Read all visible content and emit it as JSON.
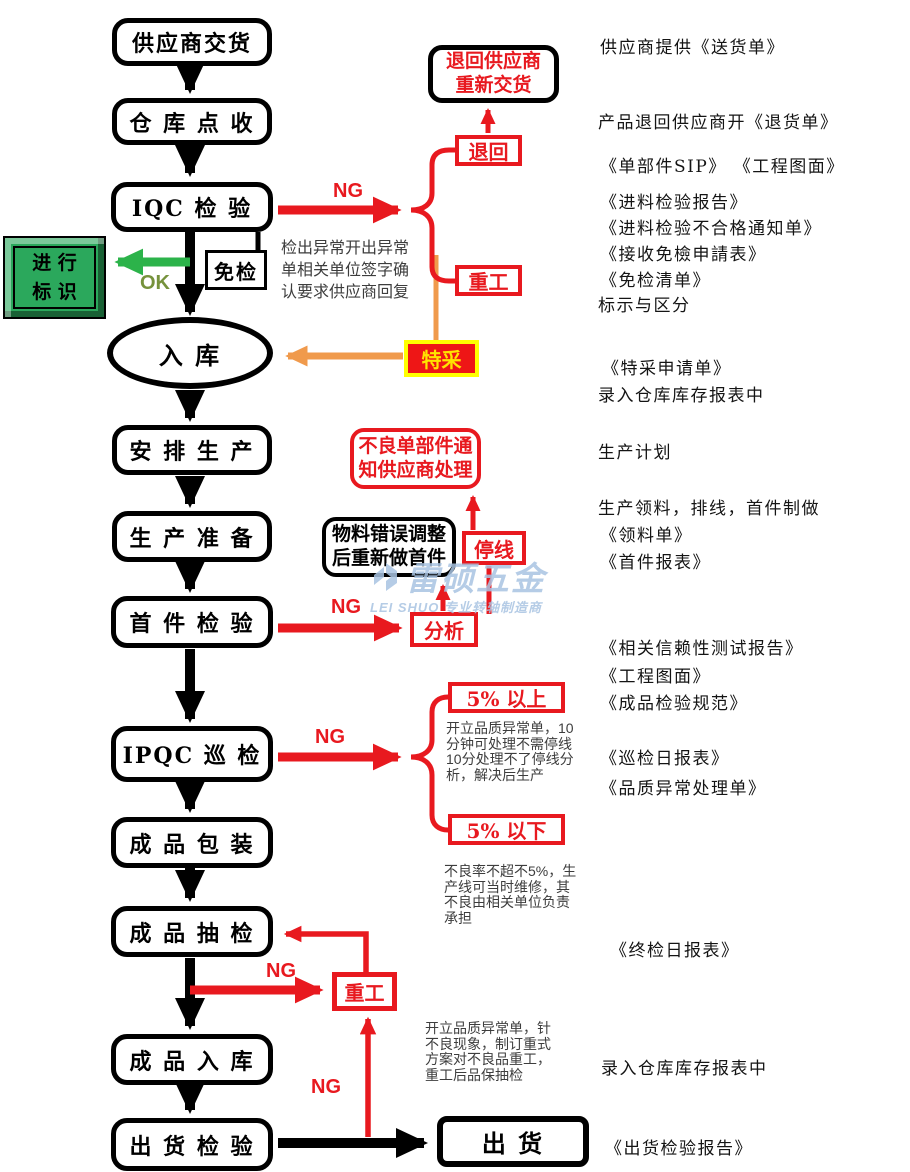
{
  "labels": {
    "ng": "NG",
    "ok": "OK"
  },
  "nodes": {
    "supplier_delivery": "供应商交货",
    "warehouse_check": "仓 库 点 收",
    "iqc": "IQC 检 验",
    "exempt": "免检",
    "mark_line1": "进 行",
    "mark_line2": "标 识",
    "storage": "入  库",
    "arrange": "安 排 生 产",
    "prepare": "生 产 准 备",
    "first_article": "首 件 检 验",
    "ipqc": "IPQC 巡 检",
    "packing": "成 品 包 装",
    "sampling": "成 品 抽 检",
    "fg_storage": "成 品 入 库",
    "oqc": "出 货 检 验",
    "ship": "出  货",
    "return_redeliver_1": "退回供应商",
    "return_redeliver_2": "重新交货",
    "return_tag": "退回",
    "rework_tag": "重工",
    "special_tag": "特采",
    "bad_notice_1": "不良单部件通",
    "bad_notice_2": "知供应商处理",
    "material_fix_1": "物料错误调整",
    "material_fix_2": "后重新做首件",
    "stop_line": "停线",
    "analyze": "分析",
    "over5": "5% 以上",
    "under5": "5% 以下",
    "rework2_tag": "重工"
  },
  "notes": {
    "iqc_note": [
      "检出异常开出异常",
      "单相关单位签字确",
      "认要求供应商回复"
    ],
    "ipqc_note": [
      "开立品质异常单，10",
      "分钟可处理不需停线",
      "10分处理不了停线分",
      "析，解决后生产"
    ],
    "sampling_note": [
      "不良率不超不5%，生",
      "产线可当时维修，其",
      "不良由相关单位负责",
      "承担"
    ],
    "rework_note": [
      "开立品质异常单，针",
      "不良现象，制订重式",
      "方案对不良品重工，",
      "重工后品保抽检"
    ]
  },
  "right_notes": [
    "供应商提供《送货单》",
    "产品退回供应商开《退货单》",
    "《单部件SIP》 《工程图面》",
    "《进料检验报告》",
    "《进料检验不合格通知单》",
    "《接收免檢申請表》",
    "《免检清单》",
    "标示与区分",
    "《特采申请单》",
    "录入仓库库存报表中",
    "生产计划",
    "生产领料，排线，首件制做",
    "《领料单》",
    "《首件报表》",
    "《相关信赖性测试报告》",
    "《工程图面》",
    "《成品检验规范》",
    "《巡检日报表》",
    "《品质异常处理单》",
    "《终检日报表》",
    "录入仓库库存报表中",
    "《出货检验报告》"
  ],
  "watermark": {
    "brand": "雷硕五金",
    "tagline": "LEI SHUO 专业转轴制造商"
  },
  "colors": {
    "flow_black": "#000000",
    "alert_red": "#e8191f",
    "special_orange": "#f09a4c",
    "ok_green_arrow": "#2cb34a",
    "ok_text_green": "#76923c",
    "special_yellow": "#ffff00",
    "badge_green": "#2ba85c",
    "watermark_blue": "#a9c4e2"
  }
}
